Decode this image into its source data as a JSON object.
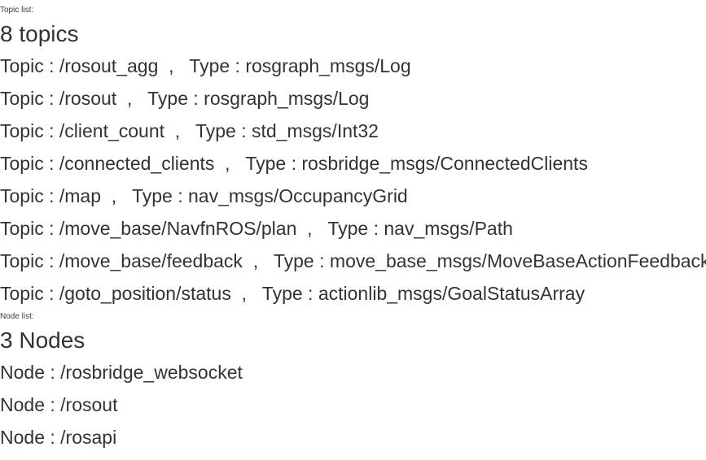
{
  "topic_section": {
    "caption": "Topic list:",
    "heading": "8 topics",
    "count": 8,
    "label_topic": "Topic :",
    "label_type": "Type :",
    "separator": "  ,   ",
    "topics": [
      {
        "topic": "/rosout_agg",
        "type": "rosgraph_msgs/Log"
      },
      {
        "topic": "/rosout",
        "type": "rosgraph_msgs/Log"
      },
      {
        "topic": "/client_count",
        "type": "std_msgs/Int32"
      },
      {
        "topic": "/connected_clients",
        "type": "rosbridge_msgs/ConnectedClients"
      },
      {
        "topic": "/map",
        "type": "nav_msgs/OccupancyGrid"
      },
      {
        "topic": "/move_base/NavfnROS/plan",
        "type": "nav_msgs/Path"
      },
      {
        "topic": "/move_base/feedback",
        "type": "move_base_msgs/MoveBaseActionFeedback"
      },
      {
        "topic": "/goto_position/status",
        "type": "actionlib_msgs/GoalStatusArray"
      }
    ]
  },
  "node_section": {
    "caption": "Node list:",
    "heading": "3 Nodes",
    "count": 3,
    "label_node": "Node :",
    "nodes": [
      {
        "node": "/rosbridge_websocket"
      },
      {
        "node": "/rosout"
      },
      {
        "node": "/rosapi"
      }
    ]
  },
  "theme": {
    "background": "#ffffff",
    "text_color": "#333333",
    "caption_color": "#3b3b3b"
  }
}
